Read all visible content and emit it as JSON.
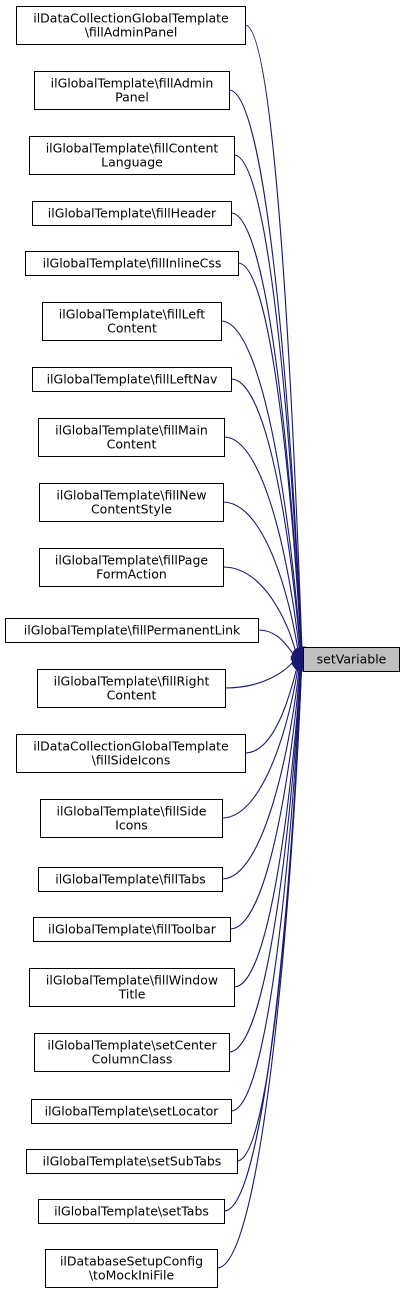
{
  "target": {
    "label": "setVariable"
  },
  "callers": [
    {
      "lines": [
        "ilDataCollectionGlobalTemplate",
        "\\fillAdminPanel"
      ]
    },
    {
      "lines": [
        "ilGlobalTemplate\\fillAdmin",
        "Panel"
      ]
    },
    {
      "lines": [
        "ilGlobalTemplate\\fillContent",
        "Language"
      ]
    },
    {
      "lines": [
        "ilGlobalTemplate\\fillHeader"
      ]
    },
    {
      "lines": [
        "ilGlobalTemplate\\fillInlineCss"
      ]
    },
    {
      "lines": [
        "ilGlobalTemplate\\fillLeft",
        "Content"
      ]
    },
    {
      "lines": [
        "ilGlobalTemplate\\fillLeftNav"
      ]
    },
    {
      "lines": [
        "ilGlobalTemplate\\fillMain",
        "Content"
      ]
    },
    {
      "lines": [
        "ilGlobalTemplate\\fillNew",
        "ContentStyle"
      ]
    },
    {
      "lines": [
        "ilGlobalTemplate\\fillPage",
        "FormAction"
      ]
    },
    {
      "lines": [
        "ilGlobalTemplate\\fillPermanentLink"
      ]
    },
    {
      "lines": [
        "ilGlobalTemplate\\fillRight",
        "Content"
      ]
    },
    {
      "lines": [
        "ilDataCollectionGlobalTemplate",
        "\\fillSideIcons"
      ]
    },
    {
      "lines": [
        "ilGlobalTemplate\\fillSide",
        "Icons"
      ]
    },
    {
      "lines": [
        "ilGlobalTemplate\\fillTabs"
      ]
    },
    {
      "lines": [
        "ilGlobalTemplate\\fillToolbar"
      ]
    },
    {
      "lines": [
        "ilGlobalTemplate\\fillWindow",
        "Title"
      ]
    },
    {
      "lines": [
        "ilGlobalTemplate\\setCenter",
        "ColumnClass"
      ]
    },
    {
      "lines": [
        "ilGlobalTemplate\\setLocator"
      ]
    },
    {
      "lines": [
        "ilGlobalTemplate\\setSubTabs"
      ]
    },
    {
      "lines": [
        "ilGlobalTemplate\\setTabs"
      ]
    },
    {
      "lines": [
        "ilDatabaseSetupConfig",
        "\\toMockIniFile"
      ]
    }
  ],
  "colors": {
    "edge": "#191970",
    "target_fill": "#bfbfbf",
    "node_fill": "#ffffff",
    "border": "#000000"
  }
}
